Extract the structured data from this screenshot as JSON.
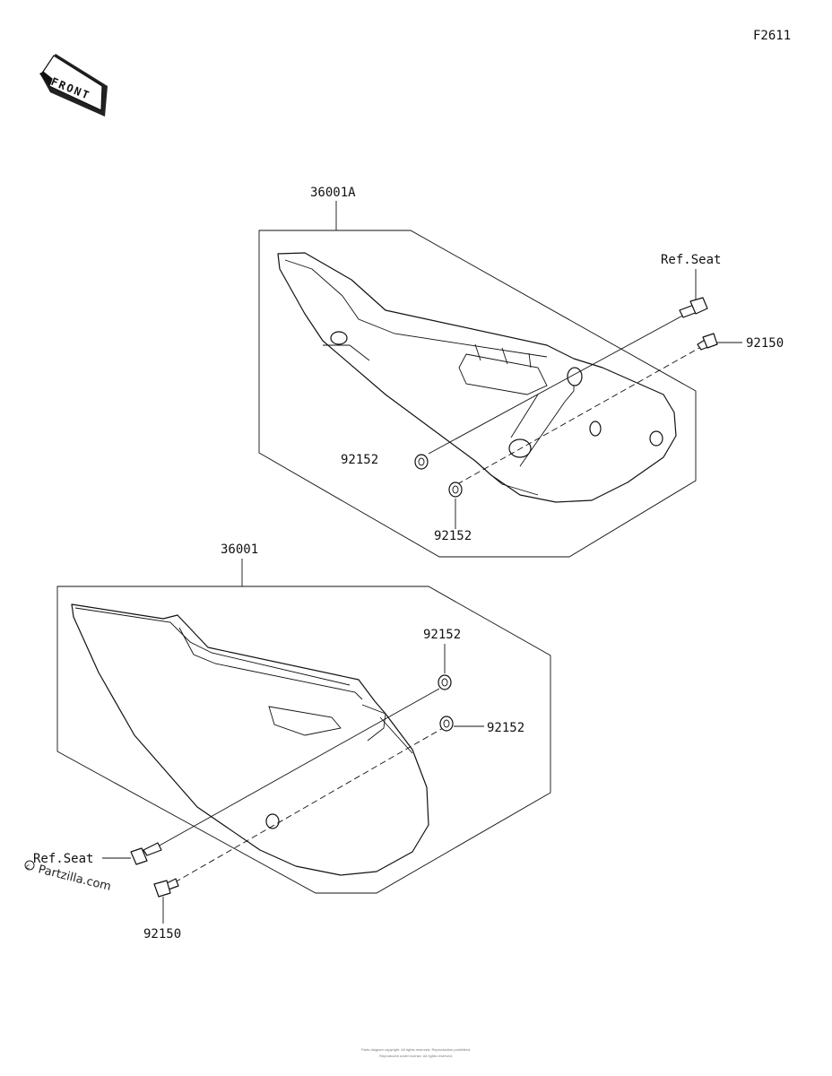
{
  "page_code": "F2611",
  "front_arrow_label": "FRONT",
  "parts": {
    "upper_cover": "36001A",
    "lower_cover": "36001",
    "upper_ref_seat": "Ref.Seat",
    "upper_bolt": "92150",
    "upper_collar_1": "92152",
    "upper_collar_2": "92152",
    "lower_collar_1": "92152",
    "lower_collar_2": "92152",
    "lower_ref_seat": "Ref.Seat",
    "lower_bolt": "92150"
  },
  "watermark": "Partzilla.com",
  "copyright_line1": "Parts diagram copyright. All rights reserved. Reproduction prohibited.",
  "copyright_line2": "Reproduced under license. All rights reserved."
}
